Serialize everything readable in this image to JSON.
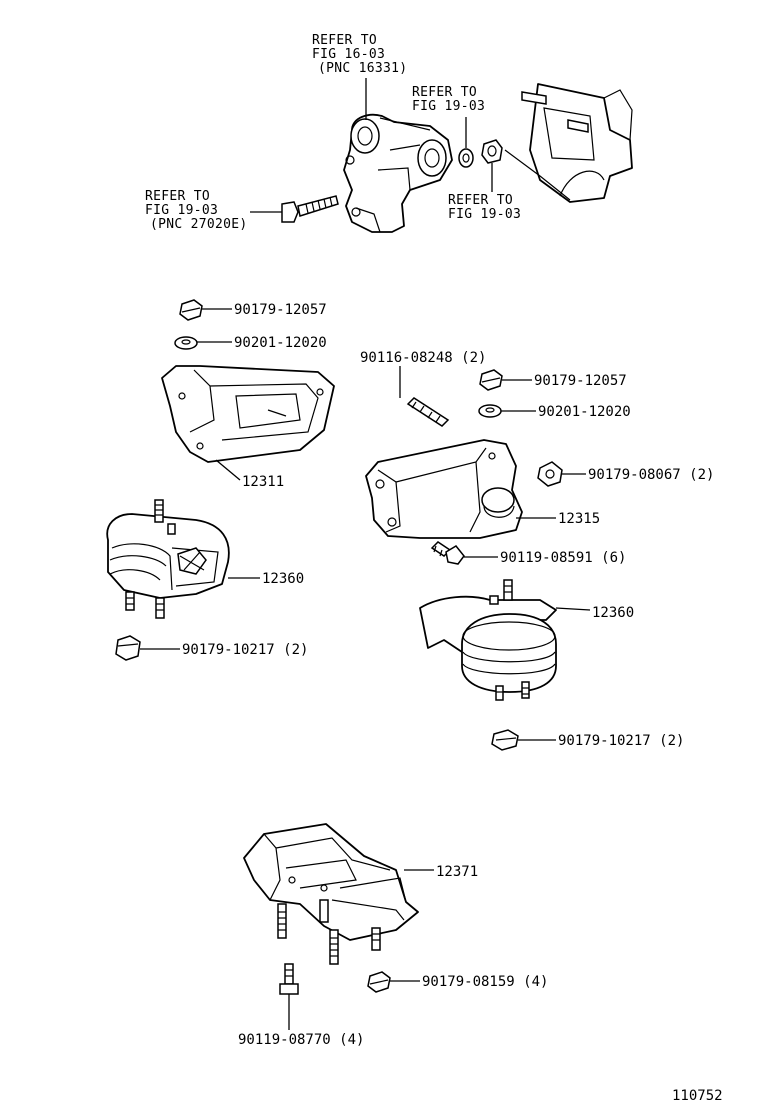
{
  "refs": {
    "r1": [
      "REFER TO",
      "FIG 16-03",
      "(PNC 16331)"
    ],
    "r2": [
      "REFER TO",
      "FIG 19-03"
    ],
    "r3": [
      "REFER TO",
      "FIG 19-03",
      "(PNC 27020E)"
    ],
    "r4": [
      "REFER TO",
      "FIG 19-03"
    ]
  },
  "parts": {
    "p_90179_12057_a": "90179-12057",
    "p_90201_12020_a": "90201-12020",
    "p_12311": "12311",
    "p_12360_a": "12360",
    "p_90179_10217_a": "90179-10217 (2)",
    "p_90116_08248": "90116-08248 (2)",
    "p_90179_12057_b": "90179-12057",
    "p_90201_12020_b": "90201-12020",
    "p_90179_08067": "90179-08067 (2)",
    "p_12315": "12315",
    "p_90119_08591": "90119-08591 (6)",
    "p_12360_b": "12360",
    "p_90179_10217_b": "90179-10217 (2)",
    "p_12371": "12371",
    "p_90179_08159": "90179-08159 (4)",
    "p_90119_08770": "90119-08770 (4)"
  },
  "figure_number": "110752"
}
